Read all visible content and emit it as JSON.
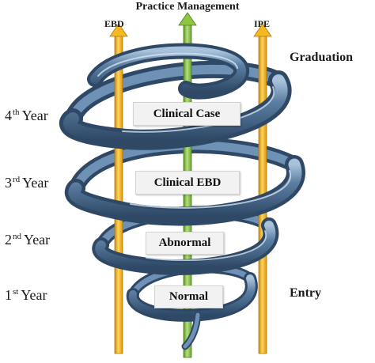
{
  "diagram": {
    "title": "Practice Management",
    "arrow_left_label": "EBD",
    "arrow_right_label": "IPE",
    "top_right_label": "Graduation",
    "bottom_right_label": "Entry",
    "years": [
      {
        "number": "4",
        "suffix": "th",
        "word": "Year"
      },
      {
        "number": "3",
        "suffix": "rd",
        "word": "Year"
      },
      {
        "number": "2",
        "suffix": "nd",
        "word": "Year"
      },
      {
        "number": "1",
        "suffix": "st",
        "word": "Year"
      }
    ],
    "stages": [
      "Clinical Case",
      "Clinical EBD",
      "Abnormal",
      "Normal"
    ]
  },
  "colors": {
    "spiral_dark": "#34506e",
    "spiral_mid": "#5c7fa3",
    "spiral_light": "#a9c2dc",
    "arrow_orange": "#f5b820",
    "arrow_orange_dark": "#c98a10",
    "arrow_green": "#8dc63f",
    "arrow_green_dark": "#5a8f2a",
    "box_fill": "#f2f2f2"
  }
}
